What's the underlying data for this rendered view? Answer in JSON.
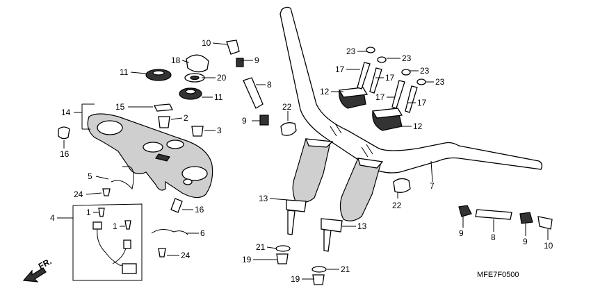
{
  "diagram": {
    "code": "MFE7F0500",
    "direction_label": "FR.",
    "callouts": [
      "10",
      "9",
      "18",
      "20",
      "11",
      "11",
      "8",
      "2",
      "3",
      "15",
      "14",
      "16",
      "22",
      "9",
      "5",
      "24",
      "16",
      "4",
      "1",
      "1",
      "6",
      "24",
      "13",
      "13",
      "21",
      "19",
      "21",
      "19",
      "22",
      "7",
      "23",
      "23",
      "23",
      "23",
      "17",
      "17",
      "17",
      "17",
      "12",
      "12",
      "9",
      "8",
      "9",
      "10"
    ]
  }
}
